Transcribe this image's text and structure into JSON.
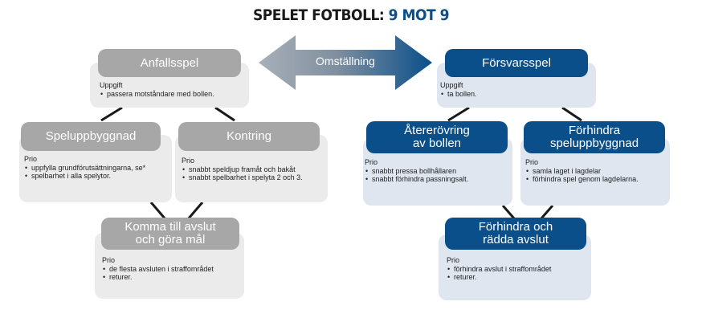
{
  "title": {
    "main": "SPELET FOTBOLL:",
    "accent": "9 MOT 9"
  },
  "arrow_label": "Omställning",
  "colors": {
    "blue": "#0a4f8a",
    "gray": "#a7a7a7",
    "arrow_left": "#a8b0b8",
    "arrow_right": "#0a4f8a"
  },
  "nodes": {
    "anfallsspel": {
      "heading": [
        "Anfallsspel"
      ],
      "label": "Uppgift",
      "items": [
        "passera motståndare med bollen."
      ]
    },
    "speluppbyggnad": {
      "heading": [
        "Speluppbyggnad"
      ],
      "label": "Prio",
      "items": [
        "uppfylla grundförutsättningarna, se*",
        "spelbarhet i alla spelytor."
      ]
    },
    "kontring": {
      "heading": [
        "Kontring"
      ],
      "label": "Prio",
      "items": [
        "snabbt speldjup framåt och bakåt",
        "snabbt spelbarhet i spelyta 2 och 3."
      ]
    },
    "komma_till_avslut": {
      "heading": [
        "Komma till avslut",
        "och göra mål"
      ],
      "label": "Prio",
      "items": [
        "de flesta avsluten i straffområdet",
        "returer."
      ]
    },
    "forsvarsspel": {
      "heading": [
        "Försvarsspel"
      ],
      "label": "Uppgift",
      "items": [
        "ta bollen."
      ]
    },
    "aterovring": {
      "heading": [
        "Återerövring",
        "av bollen"
      ],
      "label": "Prio",
      "items": [
        "snabbt pressa bollhållaren",
        "snabbt förhindra passningsalt."
      ]
    },
    "forhindra_speluppbyggnad": {
      "heading": [
        "Förhindra",
        "speluppbyggnad"
      ],
      "label": "Prio",
      "items": [
        "samla laget i lagdelar",
        "förhindra spel genom lagdelarna."
      ]
    },
    "forhindra_och_radda": {
      "heading": [
        "Förhindra och",
        "rädda avslut"
      ],
      "label": "Prio",
      "items": [
        "förhindra avslut i straffområdet",
        "returer."
      ]
    }
  }
}
